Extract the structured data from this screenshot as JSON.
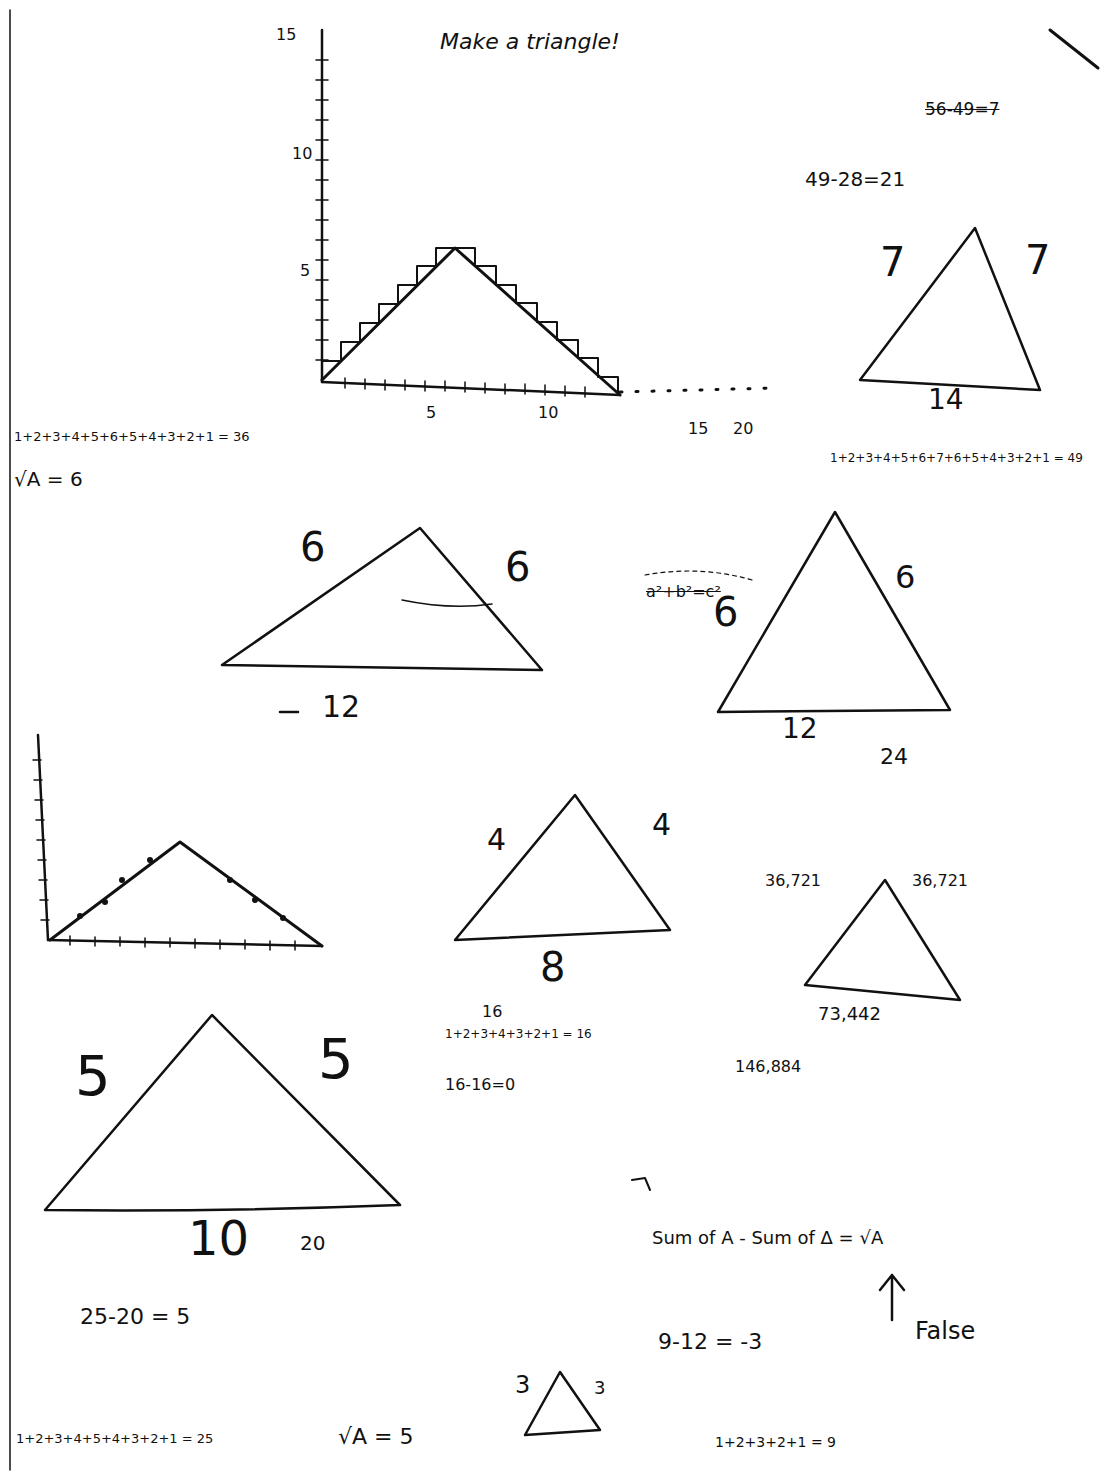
{
  "diagram": {
    "title": "Make a triangle!",
    "labels": [
      "15",
      "10",
      "5",
      "5",
      "10",
      "15",
      "20",
      "56-49=7",
      "49-28=21",
      "7",
      "7",
      "14",
      "1+2+3+4+5+6+5+4+3+2+1 = 36",
      "1+2+3+4+5+6+7+6+5+4+3+2+1 = 49",
      "√A = 6",
      "6",
      "6",
      "12",
      "a²+b²=c²",
      "6",
      "6",
      "12",
      "24",
      "4",
      "4",
      "8",
      "16",
      "1+2+3+4+3+2+1 = 16",
      "16-16=0",
      "36,721",
      "36,721",
      "73,442",
      "146,884",
      "5",
      "5",
      "10",
      "20",
      "25-20 = 5",
      "Sum of A - Sum of Δ = √A",
      "False",
      "9-12 = -3",
      "1+2+3+4+5+4+3+2+1 = 25",
      "√A = 5",
      "3",
      "3",
      "1+2+3+2+1 = 9"
    ]
  }
}
